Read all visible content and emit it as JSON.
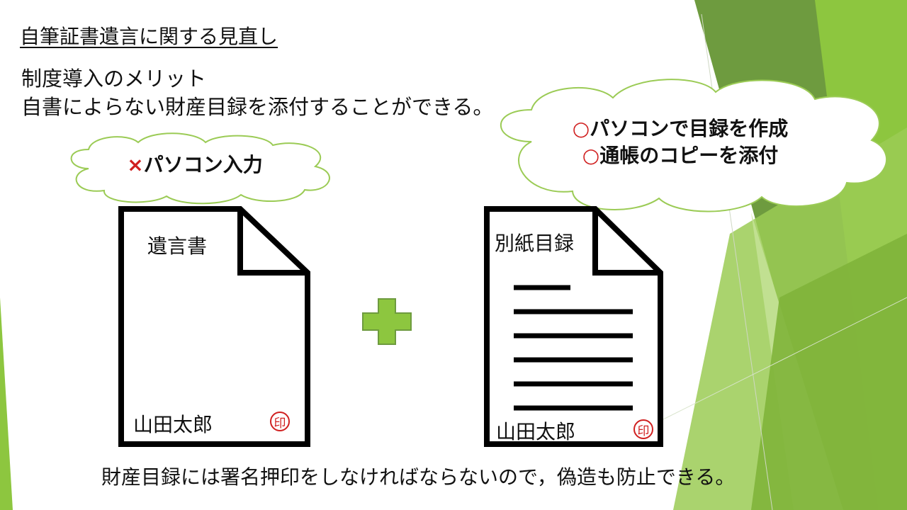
{
  "title": "自筆証書遺言に関する見直し",
  "subtitle_line1": "制度導入のメリット",
  "subtitle_line2": "自書によらない財産目録を添付することができる。",
  "cloud_left": {
    "mark": "×",
    "text": "パソコン入力"
  },
  "cloud_right": {
    "line1_mark": "○",
    "line1_text": "パソコンで目録を作成",
    "line2_mark": "○",
    "line2_text": "通帳のコピーを添付"
  },
  "doc_left": {
    "heading": "遺言書",
    "signer": "山田太郎",
    "seal": "印"
  },
  "doc_right": {
    "heading": "別紙目録",
    "signer": "山田太郎",
    "seal": "印"
  },
  "plus_symbol": "plus-icon",
  "bottom_text": "財産目録には署名押印をしなければならないので，偽造も防止できる。",
  "colors": {
    "accent_green": "#8DC63F",
    "dark_green": "#5E8F32",
    "seal_red": "#D02020"
  }
}
